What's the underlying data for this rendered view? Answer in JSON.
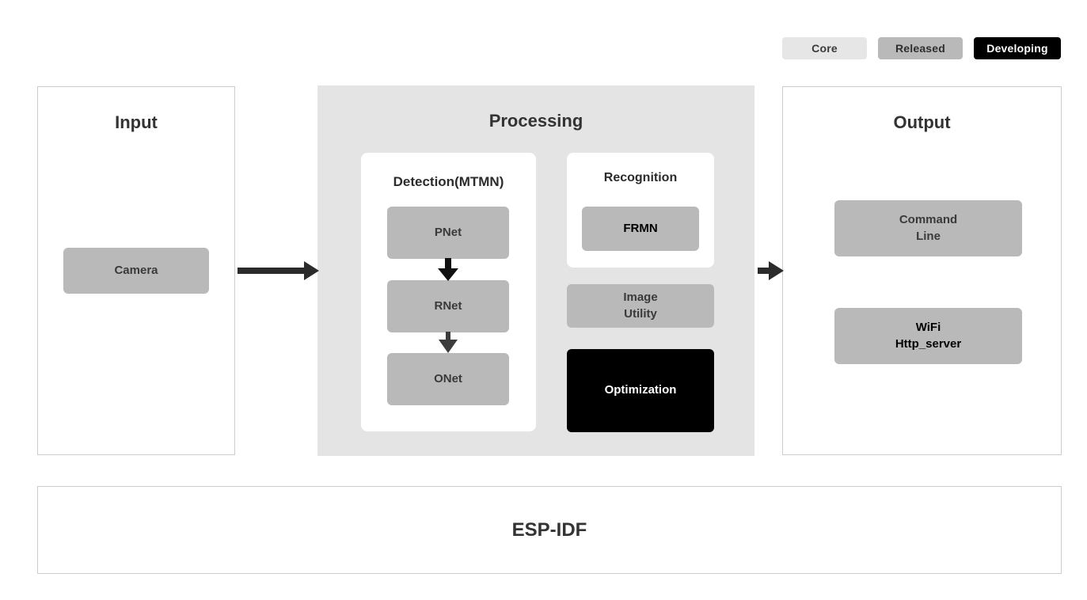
{
  "legend": {
    "items": [
      {
        "label": "Core",
        "color": "#e6e6e6",
        "status": "core"
      },
      {
        "label": "Released",
        "color": "#b9b9b9",
        "status": "released"
      },
      {
        "label": "Developing",
        "color": "#000000",
        "status": "developing"
      }
    ]
  },
  "panels": {
    "input": {
      "title": "Input",
      "nodes": [
        {
          "label": "Camera",
          "status": "released"
        }
      ]
    },
    "processing": {
      "title": "Processing",
      "groups": [
        {
          "title": "Detection(MTMN)",
          "nodes": [
            {
              "label": "PNet",
              "status": "released"
            },
            {
              "label": "RNet",
              "status": "released"
            },
            {
              "label": "ONet",
              "status": "released"
            }
          ]
        },
        {
          "title": "Recognition",
          "nodes": [
            {
              "label": "FRMN",
              "status": "released"
            }
          ]
        }
      ],
      "nodes": [
        {
          "label": "Image\nUtility",
          "status": "released"
        },
        {
          "label": "Optimization",
          "status": "developing"
        }
      ]
    },
    "output": {
      "title": "Output",
      "nodes": [
        {
          "label": "Command\nLine",
          "status": "released"
        },
        {
          "label": "WiFi\nHttp_server",
          "status": "released"
        }
      ]
    }
  },
  "foundation": {
    "label": "ESP-IDF"
  },
  "arrows": {
    "input_to_processing": "arrow-right",
    "processing_to_output": "arrow-right",
    "pnet_to_rnet": "arrow-down",
    "rnet_to_onet": "arrow-down"
  },
  "colors": {
    "core": "#e6e6e6",
    "released": "#b9b9b9",
    "developing": "#000000",
    "panel_processing_bg": "#e4e4e4",
    "panel_border": "#cccccc",
    "arrow": "#2b2b2b"
  }
}
